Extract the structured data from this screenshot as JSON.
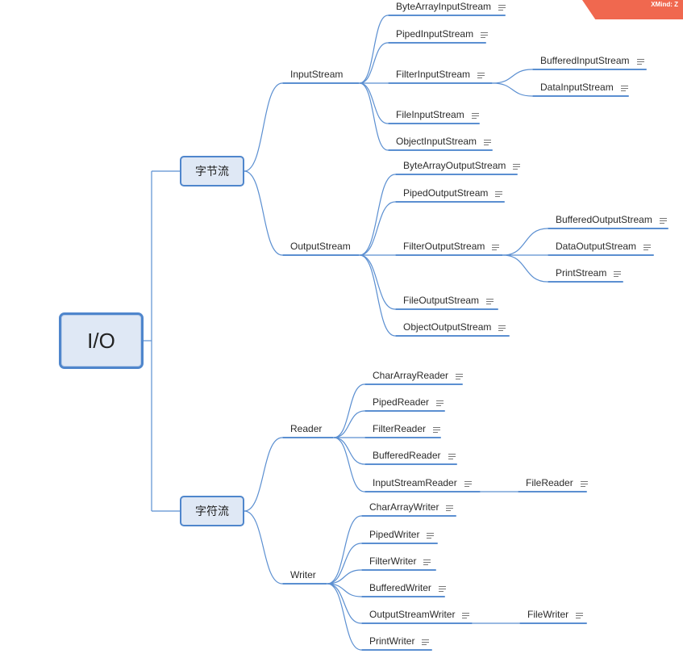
{
  "badge": {
    "text": "XMind: Z"
  },
  "root": {
    "label": "I/O"
  },
  "branches": [
    {
      "label": "字节流",
      "children": [
        {
          "label": "InputStream",
          "children": [
            {
              "label": "ByteArrayInputStream"
            },
            {
              "label": "PipedInputStream"
            },
            {
              "label": "FilterInputStream",
              "children": [
                {
                  "label": "BufferedInputStream"
                },
                {
                  "label": "DataInputStream"
                }
              ]
            },
            {
              "label": "FileInputStream"
            },
            {
              "label": "ObjectInputStream"
            }
          ]
        },
        {
          "label": "OutputStream",
          "children": [
            {
              "label": "ByteArrayOutputStream"
            },
            {
              "label": "PipedOutputStream"
            },
            {
              "label": "FilterOutputStream",
              "children": [
                {
                  "label": "BufferedOutputStream"
                },
                {
                  "label": "DataOutputStream"
                },
                {
                  "label": "PrintStream"
                }
              ]
            },
            {
              "label": "FileOutputStream"
            },
            {
              "label": "ObjectOutputStream"
            }
          ]
        }
      ]
    },
    {
      "label": "字符流",
      "children": [
        {
          "label": "Reader",
          "children": [
            {
              "label": "CharArrayReader"
            },
            {
              "label": "PipedReader"
            },
            {
              "label": "FilterReader"
            },
            {
              "label": "BufferedReader"
            },
            {
              "label": "InputStreamReader",
              "children": [
                {
                  "label": "FileReader"
                }
              ]
            }
          ]
        },
        {
          "label": "Writer",
          "children": [
            {
              "label": "CharArrayWriter"
            },
            {
              "label": "PipedWriter"
            },
            {
              "label": "FilterWriter"
            },
            {
              "label": "BufferedWriter"
            },
            {
              "label": "OutputStreamWriter",
              "children": [
                {
                  "label": "FileWriter"
                }
              ]
            },
            {
              "label": "PrintWriter"
            }
          ]
        }
      ]
    }
  ],
  "colors": {
    "line": "#5b8fd1",
    "box_fill": "#dfe8f5",
    "box_border": "#4f86cc",
    "badge": "#f0684f"
  },
  "icons": {
    "note": "note-lines-icon"
  }
}
